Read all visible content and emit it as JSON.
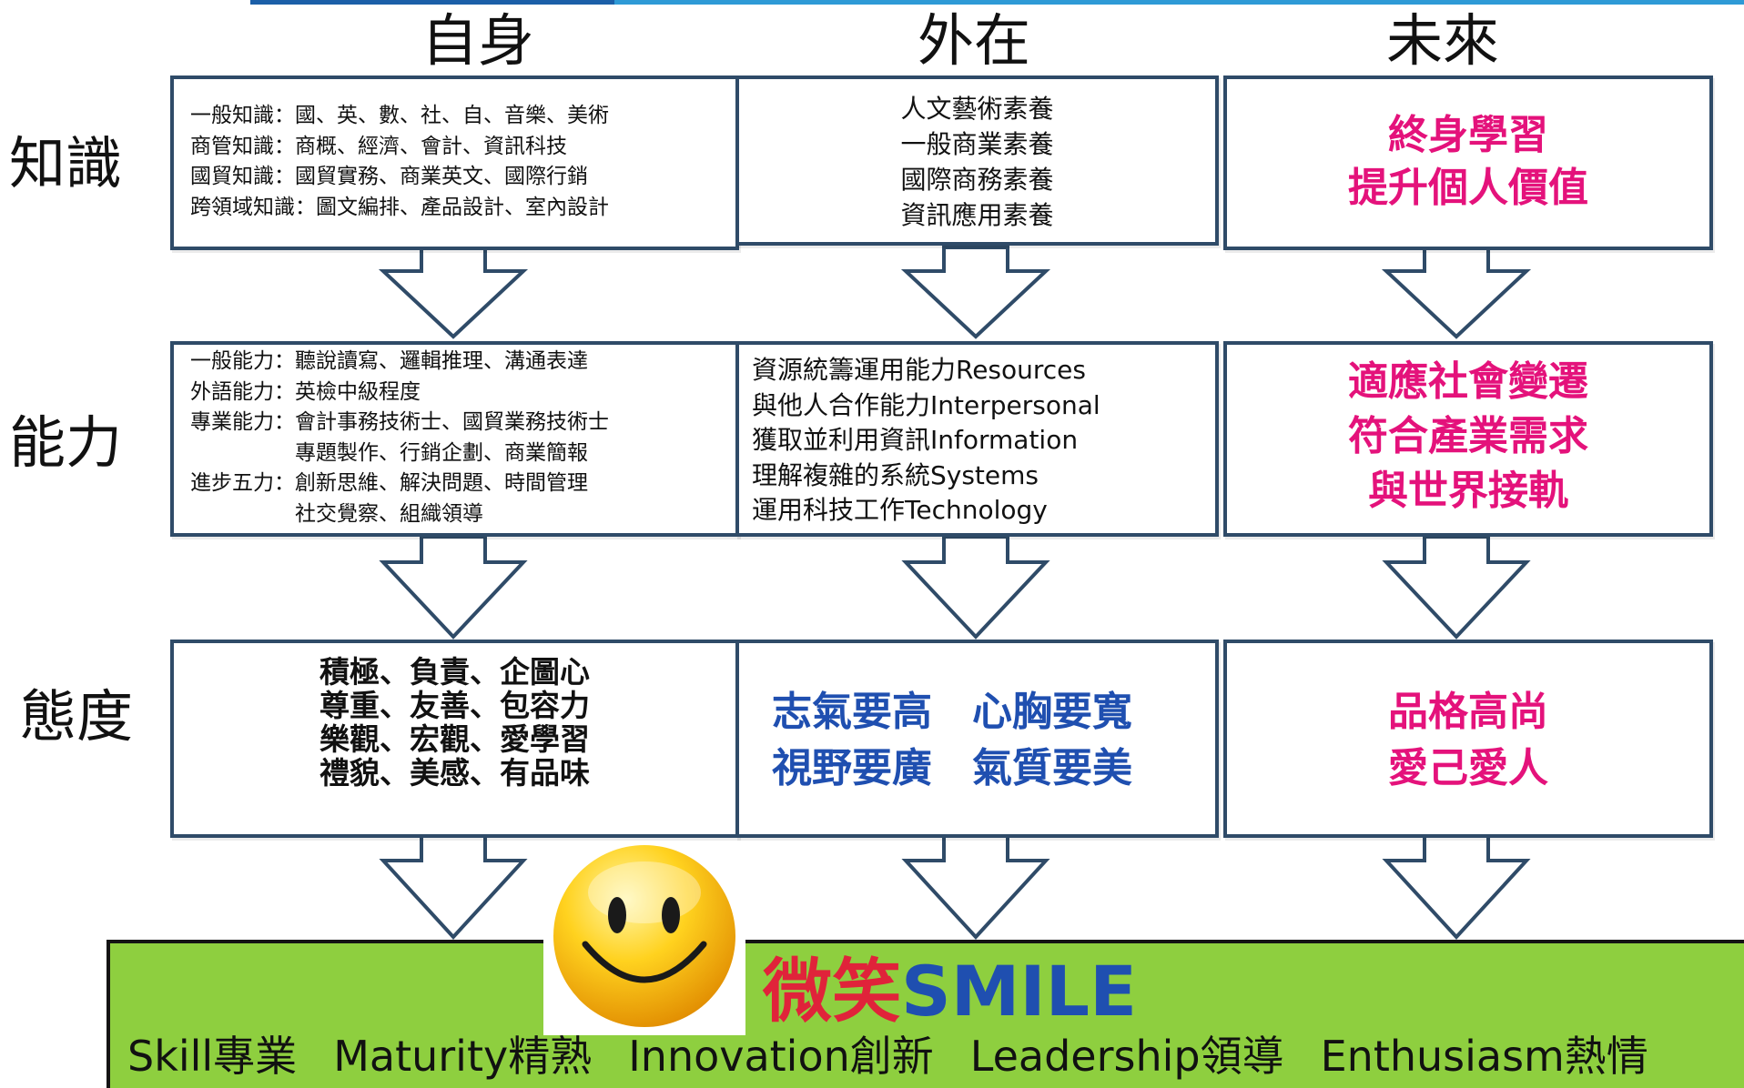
{
  "columns": [
    "自身",
    "外在",
    "未來"
  ],
  "rows": [
    "知識",
    "能力",
    "態度"
  ],
  "knowledge": {
    "self": [
      "一般知識：國、英、數、社、自、音樂、美術",
      "商管知識：商概、經濟、會計、資訊科技",
      "國貿知識：國貿實務、商業英文、國際行銷",
      "跨領域知識：圖文編排、產品設計、室內設計"
    ],
    "external": [
      "人文藝術素養",
      "一般商業素養",
      "國際商務素養",
      "資訊應用素養"
    ],
    "future": [
      "終身學習",
      "提升個人價值"
    ]
  },
  "ability": {
    "self": [
      "一般能力：聽說讀寫、邏輯推理、溝通表達",
      "外語能力：英檢中級程度",
      "專業能力：會計事務技術士、國貿業務技術士",
      "　　　　　專題製作、行銷企劃、商業簡報",
      "進步五力：創新思維、解決問題、時間管理",
      "　　　　　社交覺察、組織領導"
    ],
    "external": [
      "資源統籌運用能力Resources",
      "與他人合作能力Interpersonal",
      "獲取並利用資訊Information",
      "理解複雜的系統Systems",
      "運用科技工作Technology"
    ],
    "future": [
      "適應社會變遷",
      "符合產業需求",
      "與世界接軌"
    ]
  },
  "attitude": {
    "self": [
      "積極、負責、企圖心",
      "尊重、友善、包容力",
      "樂觀、宏觀、愛學習",
      "禮貌、美感、有品味"
    ],
    "external": [
      "志氣要高　心胸要寬",
      "視野要廣　氣質要美"
    ],
    "future": [
      "品格高尚",
      "愛己愛人"
    ]
  },
  "smile": {
    "title_zh": "微笑",
    "title_en": "SMILE",
    "traits": [
      "Skill專業",
      "Maturity精熟",
      "Innovation創新",
      "Leadership領導",
      "Enthusiasm熱情"
    ]
  },
  "colors": {
    "box_border": "#2f4b68",
    "pink": "#e4127b",
    "blue": "#1f4fb0",
    "banner": "#8ecf3f",
    "top_rule": "#2e9ad6"
  },
  "icons": [
    "smiley-face-icon",
    "down-arrow-icon"
  ]
}
